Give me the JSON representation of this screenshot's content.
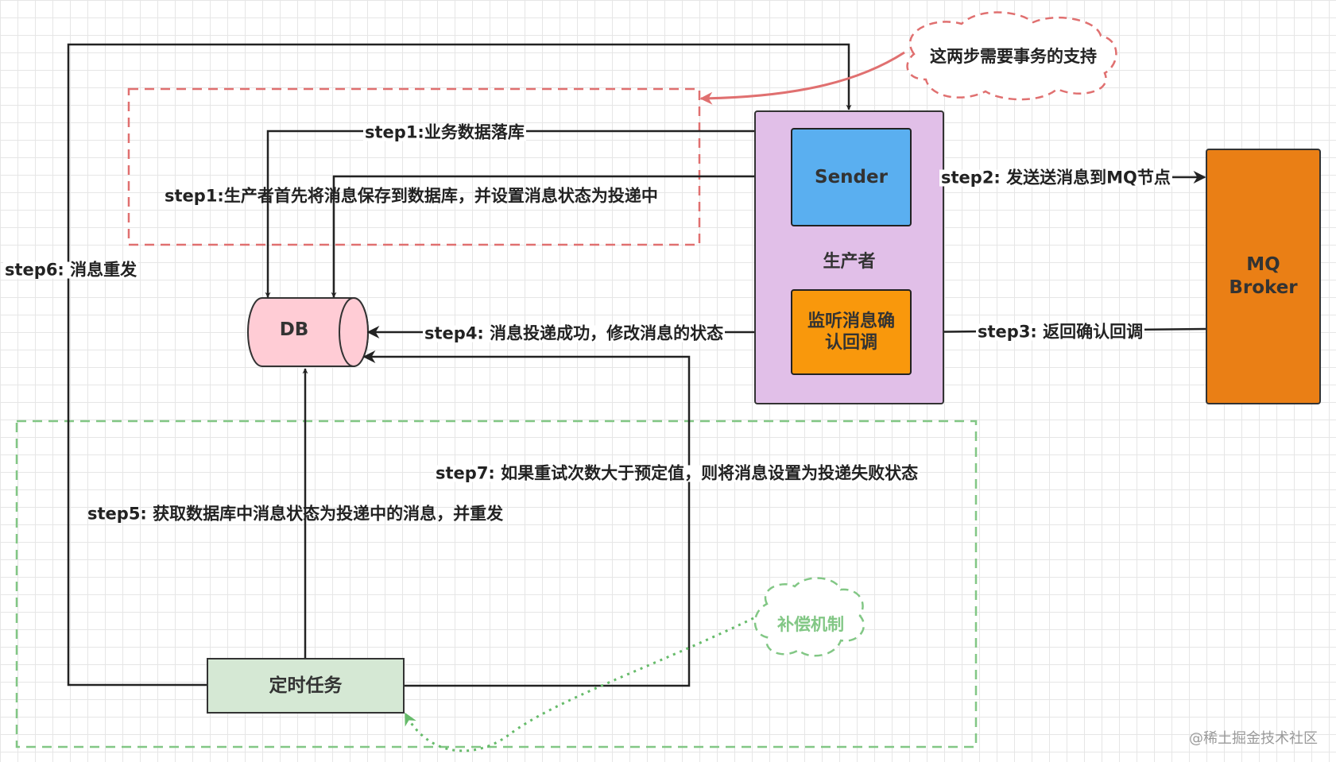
{
  "nodes": {
    "sender": "Sender",
    "producer": "生产者",
    "listener": "监听消息确认回调",
    "broker": "MQ Broker",
    "db": "DB",
    "timer": "定时任务"
  },
  "edges": {
    "step1_a": "step1:业务数据落库",
    "step1_b": "step1:生产者首先将消息保存到数据库，并设置消息状态为投递中",
    "step2": "step2: 发送送消息到MQ节点",
    "step3": "step3: 返回确认回调",
    "step4": "step4: 消息投递成功，修改消息的状态",
    "step5": "step5: 获取数据库中消息状态为投递中的消息，并重发",
    "step6": "step6: 消息重发",
    "step7": "step7: 如果重试次数大于预定值，则将消息设置为投递失败状态"
  },
  "notes": {
    "transaction": "这两步需要事务的支持",
    "compensation": "补偿机制"
  },
  "watermark": "@稀土掘金技术社区",
  "colors": {
    "sender": "#5aaff0",
    "producer": "#e1bfe8",
    "listener": "#f9980c",
    "broker": "#ea7f15",
    "db": "#ffccd5",
    "timer": "#d5e8d4",
    "transaction_region": "#e07070",
    "compensation_region": "#82c785"
  }
}
